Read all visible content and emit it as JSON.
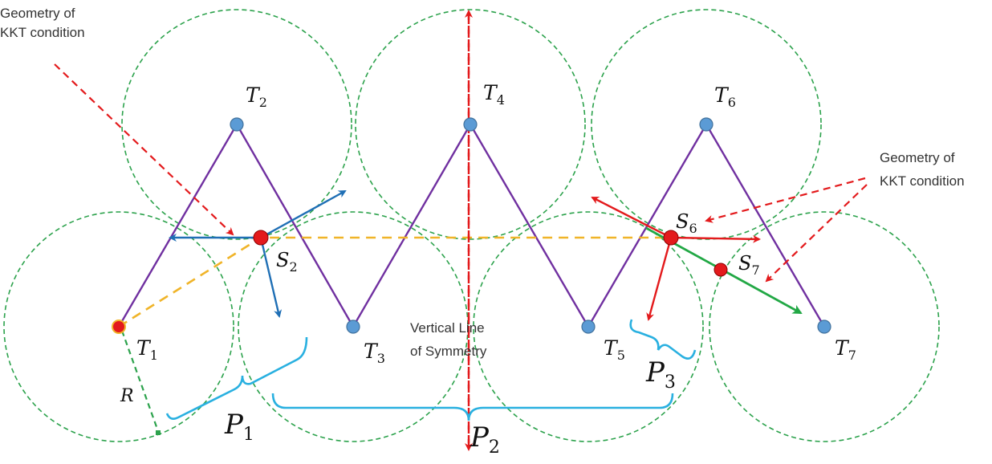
{
  "annotations": {
    "kkt_left_line1": "Geometry of",
    "kkt_left_line2": "KKT condition",
    "kkt_right_line1": "Geometry of",
    "kkt_right_line2": "KKT condition",
    "symmetry_line1": "Vertical Line",
    "symmetry_line2": "of Symmetry"
  },
  "targets": [
    {
      "name": "T",
      "sub": "1"
    },
    {
      "name": "T",
      "sub": "2"
    },
    {
      "name": "T",
      "sub": "3"
    },
    {
      "name": "T",
      "sub": "4"
    },
    {
      "name": "T",
      "sub": "5"
    },
    {
      "name": "T",
      "sub": "6"
    },
    {
      "name": "T",
      "sub": "7"
    }
  ],
  "sensors": [
    {
      "name": "S",
      "sub": "2"
    },
    {
      "name": "S",
      "sub": "6"
    },
    {
      "name": "S",
      "sub": "7"
    }
  ],
  "partitions": [
    {
      "name": "P",
      "sub": "1"
    },
    {
      "name": "P",
      "sub": "2"
    },
    {
      "name": "P",
      "sub": "3"
    }
  ],
  "radius_label": "R",
  "colors": {
    "circle": "#2ca24c",
    "zigzag": "#7030a0",
    "target": "#5b9bd5",
    "sensor": "#e31a1c",
    "yellow_dash": "#f0b429",
    "blue_arrow": "#1f6fb5",
    "red_arrow": "#e31a1c",
    "green_arrow": "#22a845",
    "brace": "#29b0e0",
    "red_dash": "#e31a1c"
  }
}
